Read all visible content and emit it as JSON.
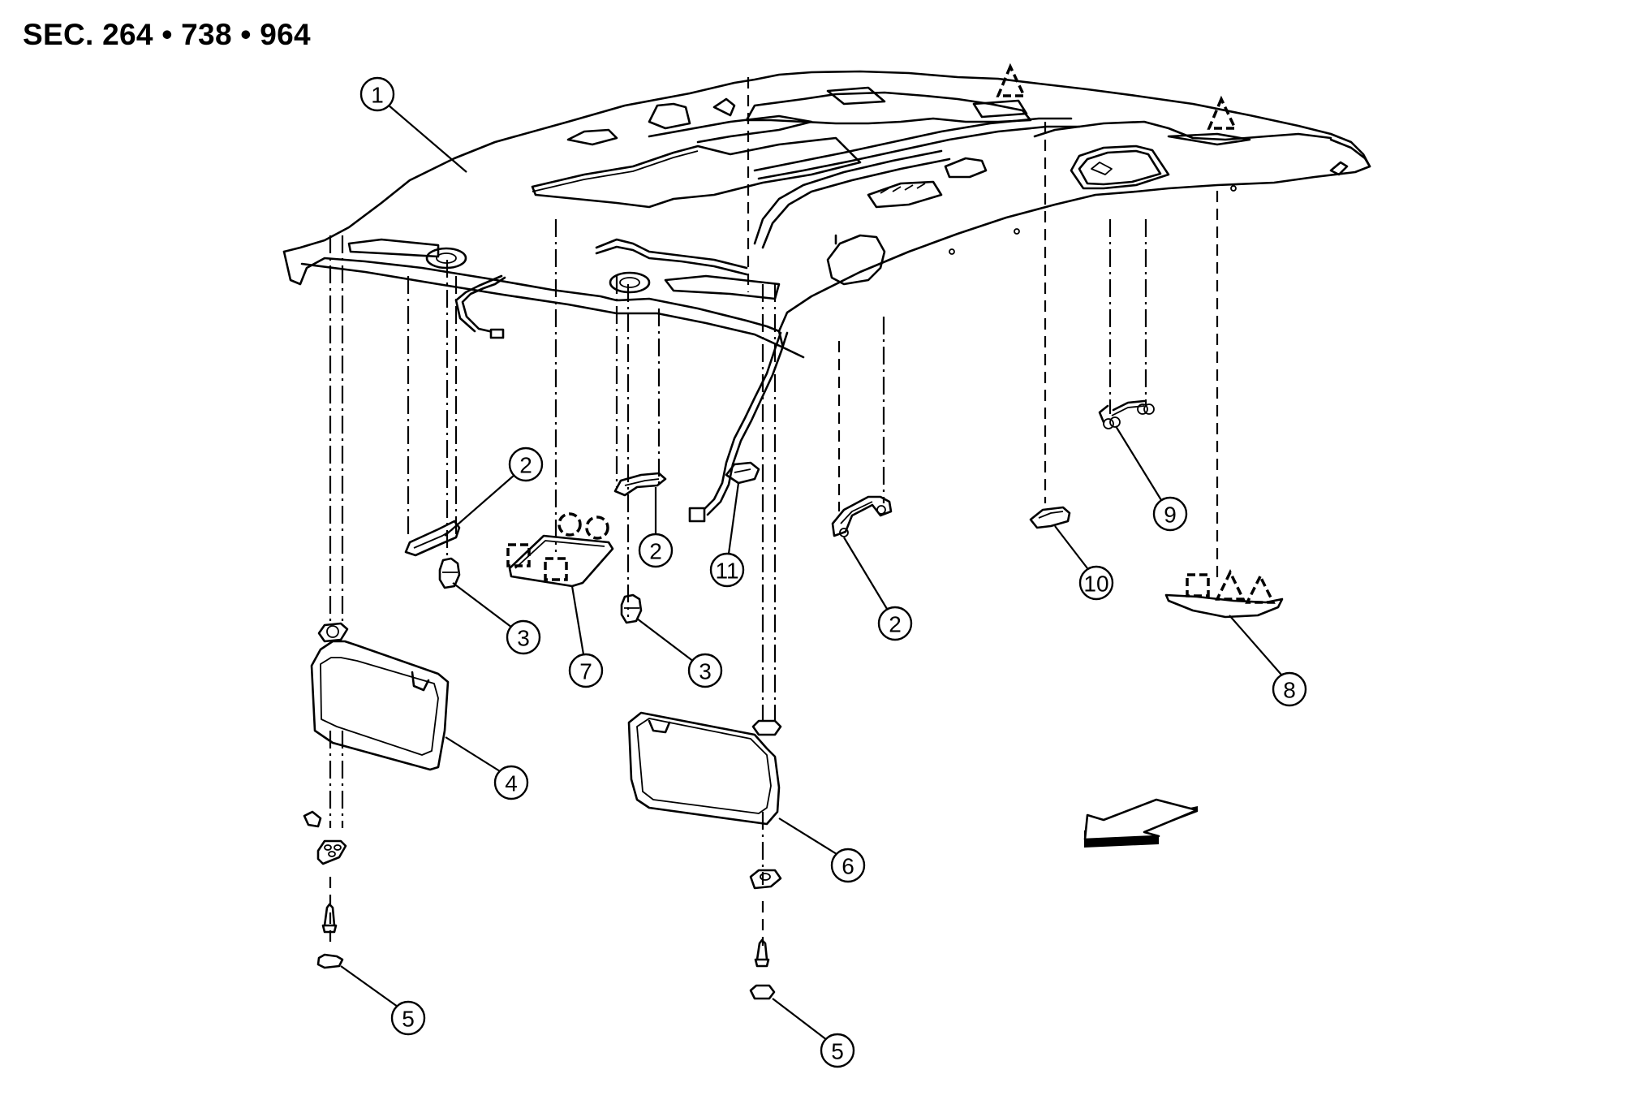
{
  "header": {
    "section_label": "SEC. 264 • 738 • 964"
  },
  "callouts": [
    {
      "id": "c1",
      "number": "1",
      "part": "headlining"
    },
    {
      "id": "c2a",
      "number": "2",
      "part": "assist-grip"
    },
    {
      "id": "c2b",
      "number": "2",
      "part": "assist-grip"
    },
    {
      "id": "c2c",
      "number": "2",
      "part": "assist-grip"
    },
    {
      "id": "c3a",
      "number": "3",
      "part": "sun-visor-holder"
    },
    {
      "id": "c3b",
      "number": "3",
      "part": "sun-visor-holder"
    },
    {
      "id": "c4",
      "number": "4",
      "part": "sun-visor-lh"
    },
    {
      "id": "c5a",
      "number": "5",
      "part": "cover"
    },
    {
      "id": "c5b",
      "number": "5",
      "part": "cover"
    },
    {
      "id": "c6",
      "number": "6",
      "part": "sun-visor-rh"
    },
    {
      "id": "c7",
      "number": "7",
      "part": "map-lamp"
    },
    {
      "id": "c8",
      "number": "8",
      "part": "rear-trim-finisher"
    },
    {
      "id": "c9",
      "number": "9",
      "part": "coat-hook"
    },
    {
      "id": "c10",
      "number": "10",
      "part": "room-lamp"
    },
    {
      "id": "c11",
      "number": "11",
      "part": "connector-bracket"
    }
  ],
  "symbols": {
    "clip": "clip-symbol-icon",
    "metal_clip": "metal-clip-symbol-icon",
    "pawl": "pawl-symbol-icon"
  },
  "direction_arrow": {
    "meaning": "vehicle-front",
    "icon": "front-arrow-icon"
  }
}
